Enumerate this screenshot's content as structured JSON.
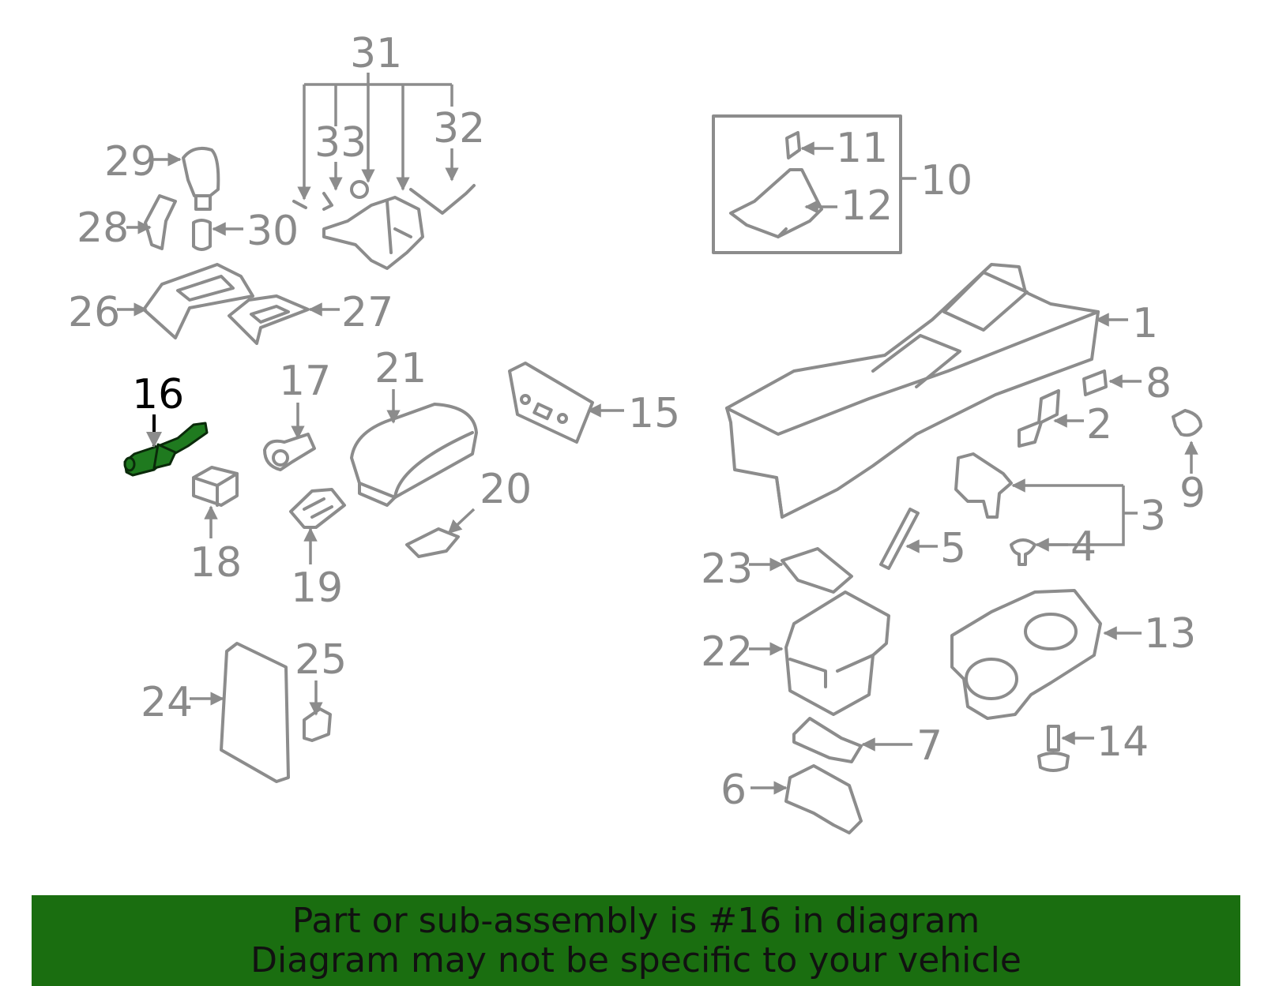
{
  "highlighted_part": "16",
  "callouts": [
    "1",
    "2",
    "3",
    "4",
    "5",
    "6",
    "7",
    "8",
    "9",
    "10",
    "11",
    "12",
    "13",
    "14",
    "15",
    "16",
    "17",
    "18",
    "19",
    "20",
    "21",
    "22",
    "23",
    "24",
    "25",
    "26",
    "27",
    "28",
    "29",
    "30",
    "31",
    "32",
    "33"
  ],
  "colors": {
    "highlight": "#1f7a1f",
    "footer_bg": "#1a6e10",
    "parts": "#8c8c8c"
  },
  "footer": {
    "line1": "Part or sub-assembly is #16 in diagram",
    "line2": "Diagram may not be specific to your vehicle"
  }
}
